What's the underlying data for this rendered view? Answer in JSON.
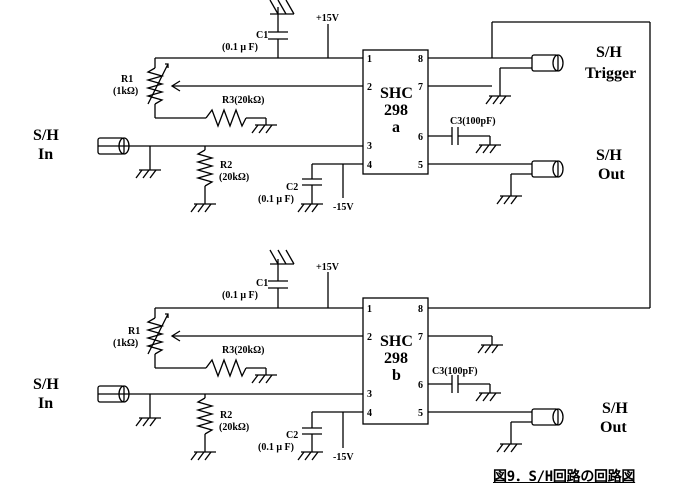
{
  "caption": "図9．S/H回路の回路図",
  "circuits": [
    {
      "id": "a",
      "ic_part": "SHC",
      "ic_number": "298",
      "ic_suffix": "a",
      "pins": [
        "1",
        "2",
        "3",
        "4",
        "5",
        "6",
        "7",
        "8"
      ],
      "c1_name": "C1",
      "c1_value": "(0.1 μ F)",
      "supply_pos": "+15V",
      "r1_name": "R1",
      "r1_value": "(1kΩ)",
      "r3_label": "R3(20kΩ)",
      "r2_name": "R2",
      "r2_value": "(20kΩ)",
      "c2_name": "C2",
      "c2_value": "(0.1 μ F)",
      "supply_neg": "-15V",
      "c3_label": "C3(100pF)",
      "input_line1": "S/H",
      "input_line2": "In",
      "output_line1": "S/H",
      "output_line2": "Out",
      "trigger_line1": "S/H",
      "trigger_line2": "Trigger"
    },
    {
      "id": "b",
      "ic_part": "SHC",
      "ic_number": "298",
      "ic_suffix": "b",
      "pins": [
        "1",
        "2",
        "3",
        "4",
        "5",
        "6",
        "7",
        "8"
      ],
      "c1_name": "C1",
      "c1_value": "(0.1 μ F)",
      "supply_pos": "+15V",
      "r1_name": "R1",
      "r1_value": "(1kΩ)",
      "r3_label": "R3(20kΩ)",
      "r2_name": "R2",
      "r2_value": "(20kΩ)",
      "c2_name": "C2",
      "c2_value": "(0.1 μ F)",
      "supply_neg": "-15V",
      "c3_label": "C3(100pF)",
      "input_line1": "S/H",
      "input_line2": "In",
      "output_line1": "S/H",
      "output_line2": "Out"
    }
  ]
}
